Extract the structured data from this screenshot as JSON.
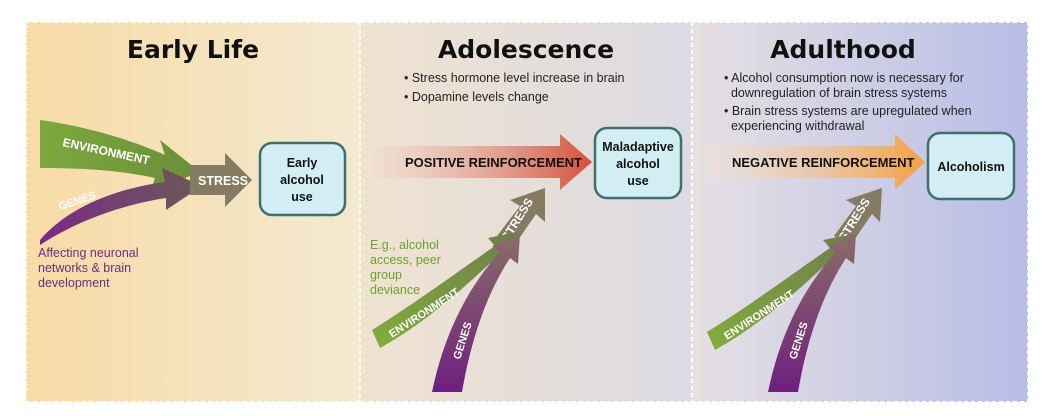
{
  "panels": {
    "early_life": {
      "title": "Early Life",
      "environment_label": "ENVIRONMENT",
      "genes_label": "GENES",
      "stress_label": "STRESS",
      "box_lines": [
        "Early",
        "alcohol",
        "use"
      ],
      "note_lines": [
        "Affecting neuronal",
        "networks & brain",
        "development"
      ]
    },
    "adolescence": {
      "title": "Adolescence",
      "bullets": [
        "• Stress hormone level increase in brain",
        "• Dopamine levels change"
      ],
      "reinforcement_label": "POSITIVE REINFORCEMENT",
      "box_lines": [
        "Maladaptive",
        "alcohol",
        "use"
      ],
      "stress_label": "STRESS",
      "environment_label": "ENVIRONMENT",
      "genes_label": "GENES",
      "example_lines": [
        "E.g., alcohol",
        "access, peer",
        "group",
        "deviance"
      ]
    },
    "adulthood": {
      "title": "Adulthood",
      "bullets": [
        "• Alcohol consumption now is necessary for",
        "  downregulation of brain stress systems",
        "• Brain stress systems are upregulated when",
        "  experiencing withdrawal"
      ],
      "reinforcement_label": "NEGATIVE REINFORCEMENT",
      "box_lines": [
        "Alcoholism"
      ],
      "stress_label": "STRESS",
      "environment_label": "ENVIRONMENT",
      "genes_label": "GENES"
    }
  },
  "colors": {
    "environment_green": "#6f9a34",
    "genes_purple": "#6b2a73",
    "stress_brown": "#857a62",
    "positive_red": "#d65a45",
    "negative_orange": "#f3a445",
    "box_fill": "#d2eef4",
    "box_stroke": "#3f6e6e"
  }
}
